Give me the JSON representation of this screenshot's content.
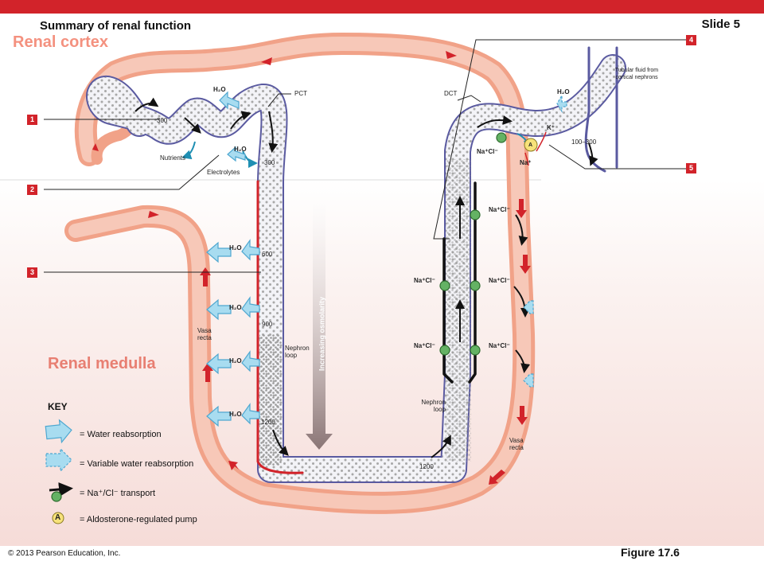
{
  "header": {
    "title": "Summary of renal function",
    "slide": "Slide 5"
  },
  "regions": {
    "cortex": "Renal cortex",
    "medulla": "Renal medulla"
  },
  "steps": [
    "1",
    "2",
    "3",
    "4",
    "5"
  ],
  "labels": {
    "pct": "PCT",
    "dct": "DCT",
    "nutrients": "Nutrients",
    "electrolytes": "Electrolytes",
    "h2o": "H₂O",
    "nacl": "Na⁺Cl⁻",
    "na": "Na⁺",
    "k": "K⁺",
    "pump_a": "A",
    "vasa_recta": "Vasa recta",
    "nephron_loop": "Nephron loop",
    "increasing_osmolarity": "Increasing osmolarity",
    "tubular_fluid": "Tubular fluid from cortical nephrons",
    "osm_300a": "300",
    "osm_300b": "300",
    "osm_600": "600",
    "osm_900": "900",
    "osm_1200a": "1200",
    "osm_1200b": "1200",
    "osm_100_300": "100–300"
  },
  "key": {
    "title": "KEY",
    "water": "= Water reabsorption",
    "variable_water": "= Variable water reabsorption",
    "transport": "= Na⁺/Cl⁻ transport",
    "pump": "= Aldosterone-regulated pump",
    "pump_symbol": "A"
  },
  "footer": {
    "copyright": "© 2013 Pearson Education, Inc.",
    "figure": "Figure 17.6"
  },
  "colors": {
    "accent": "#d2232a",
    "vessel": "#f2a58f",
    "tubule_wall": "#5a5aa0",
    "water_arrow": "#7ec3e3"
  }
}
